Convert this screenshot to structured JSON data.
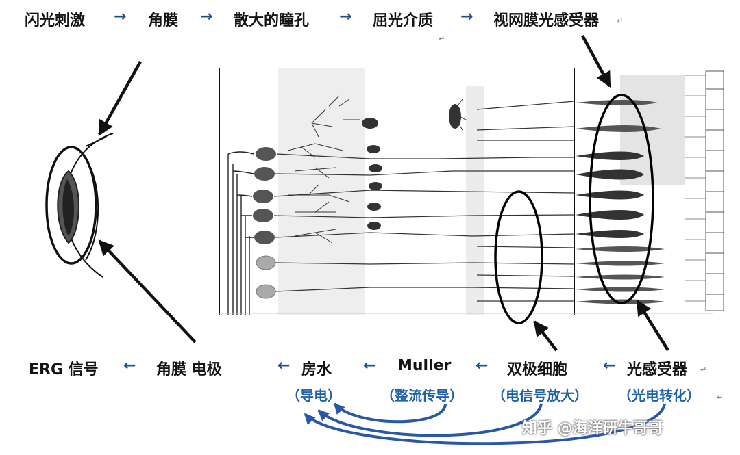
{
  "top_row": {
    "step1": "闪光刺激",
    "step2": "角膜",
    "step3": "散大的瞳孔",
    "step4": "屈光介质",
    "step5": "视网膜光感受器",
    "arrow": "→"
  },
  "bottom_row": {
    "erg": "ERG 信号",
    "cornea_electrode": "角膜 电极",
    "aqueous": "房水",
    "muller": "Muller",
    "bipolar": "双极细胞",
    "photoreceptor": "光感受器",
    "arrow": "←"
  },
  "roles": {
    "aqueous": "（导电）",
    "muller": "（整流传导）",
    "bipolar": "（电信号放大）",
    "photoreceptor": "（光电转化）"
  },
  "watermark": "知乎 @海洋研牛哥哥",
  "paragraph_mark": "↵",
  "colors": {
    "arrow_blue": "#1f4e8c",
    "role_blue": "#1f62a8",
    "curve_blue": "#2a58a8"
  }
}
